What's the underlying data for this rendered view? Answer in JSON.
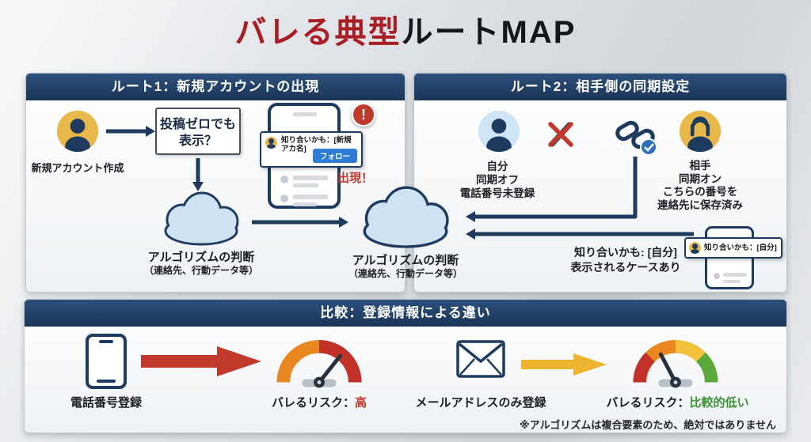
{
  "title": {
    "accent": "バレる典型",
    "rest": "ルートMAP"
  },
  "colors": {
    "title_accent": "#a81e24",
    "panel_header_navy": "#1e3a5f",
    "arrow_navy": "#1e3a5f",
    "alert_red": "#c0392b",
    "follow_blue": "#2e7cd6",
    "risk_high_red": "#c0392b",
    "risk_low_green": "#3f9139",
    "gauge_orange": "#e8871f",
    "gauge_yellow": "#f3c13a",
    "gauge_green": "#5ba83b",
    "cloud_fill": "#cfe2f2",
    "avatar_gold": "#e8b84b",
    "avatar_light_blue": "#cfe4f4"
  },
  "icons": {
    "new_account_avatar": "person-silhouette",
    "self_avatar": "person-silhouette",
    "partner_avatar": "person-silhouette-female",
    "sync_off": "red-cross",
    "link_chain": "chain-links-with-check",
    "algorithm_cloud": "cloud",
    "smartphone": "smartphone",
    "alert": "exclamation-circle",
    "email": "envelope",
    "risk_meter": "gauge"
  },
  "route1": {
    "header": "ルート1：新規アカウントの出現",
    "new_account_label": "新規アカウント作成",
    "question_line1": "投稿ゼロでも",
    "question_line2": "表示？",
    "suggestion_text": "知り合いかも：[新規アカ名]",
    "follow_button": "フォロー",
    "alert_mark": "!",
    "appear_label": "出現！",
    "cloud_title": "アルゴリズムの判断",
    "cloud_subtitle": "（連絡先、行動データ等）"
  },
  "center_cloud": {
    "title": "アルゴリズムの判断",
    "subtitle": "（連絡先、行動データ等）"
  },
  "route2": {
    "header": "ルート2：相手側の同期設定",
    "self": {
      "line1": "自分",
      "line2": "同期オフ",
      "line3": "電話番号未登録"
    },
    "partner": {
      "line1": "相手",
      "line2": "同期オン",
      "line3": "こちらの番号を",
      "line4": "連絡先に保存済み"
    },
    "case_line1": "知り合いかも: [自分]",
    "case_line2": "表示されるケースあり",
    "suggestion_text": "知り合いかも：[自分]"
  },
  "comparison": {
    "header": "比較：登録情報による違い",
    "phone_label": "電話番号登録",
    "risk_high_prefix": "バレるリスク：",
    "risk_high_value": "高",
    "email_label": "メールアドレスのみ登録",
    "risk_low_prefix": "バレるリスク：",
    "risk_low_value": "比較的低い",
    "footnote": "※アルゴリズムは複合要素のため、絶対ではありません"
  }
}
